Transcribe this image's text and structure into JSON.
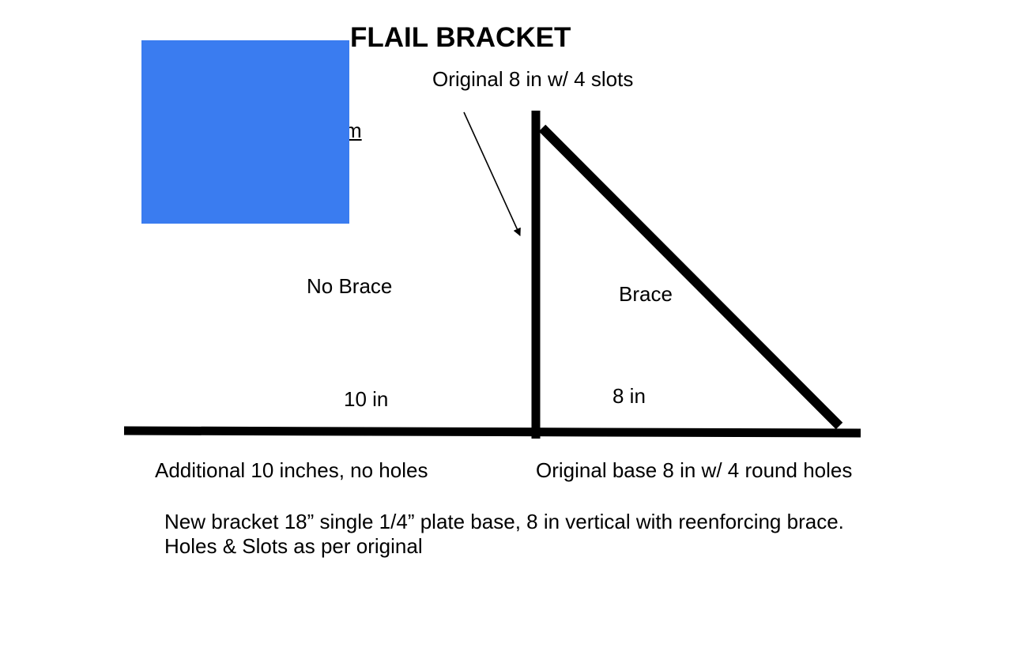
{
  "title": "FLAIL BRACKET",
  "annotations": {
    "top_note": "Original 8 in w/ 4 slots",
    "no_brace": "No Brace",
    "brace": "Brace",
    "left_dimension": "10 in",
    "right_dimension": "8 in",
    "left_caption": "Additional 10 inches, no holes",
    "right_caption": "Original base 8 in w/ 4 round holes",
    "partial_text": "m"
  },
  "footnote": {
    "line1": "New bracket 18” single 1/4” plate base, 8 in vertical with reenforcing brace.",
    "line2": "Holes & Slots as per original"
  },
  "colors": {
    "line": "#000000",
    "box": "#3a7cf0",
    "background": "#ffffff"
  }
}
